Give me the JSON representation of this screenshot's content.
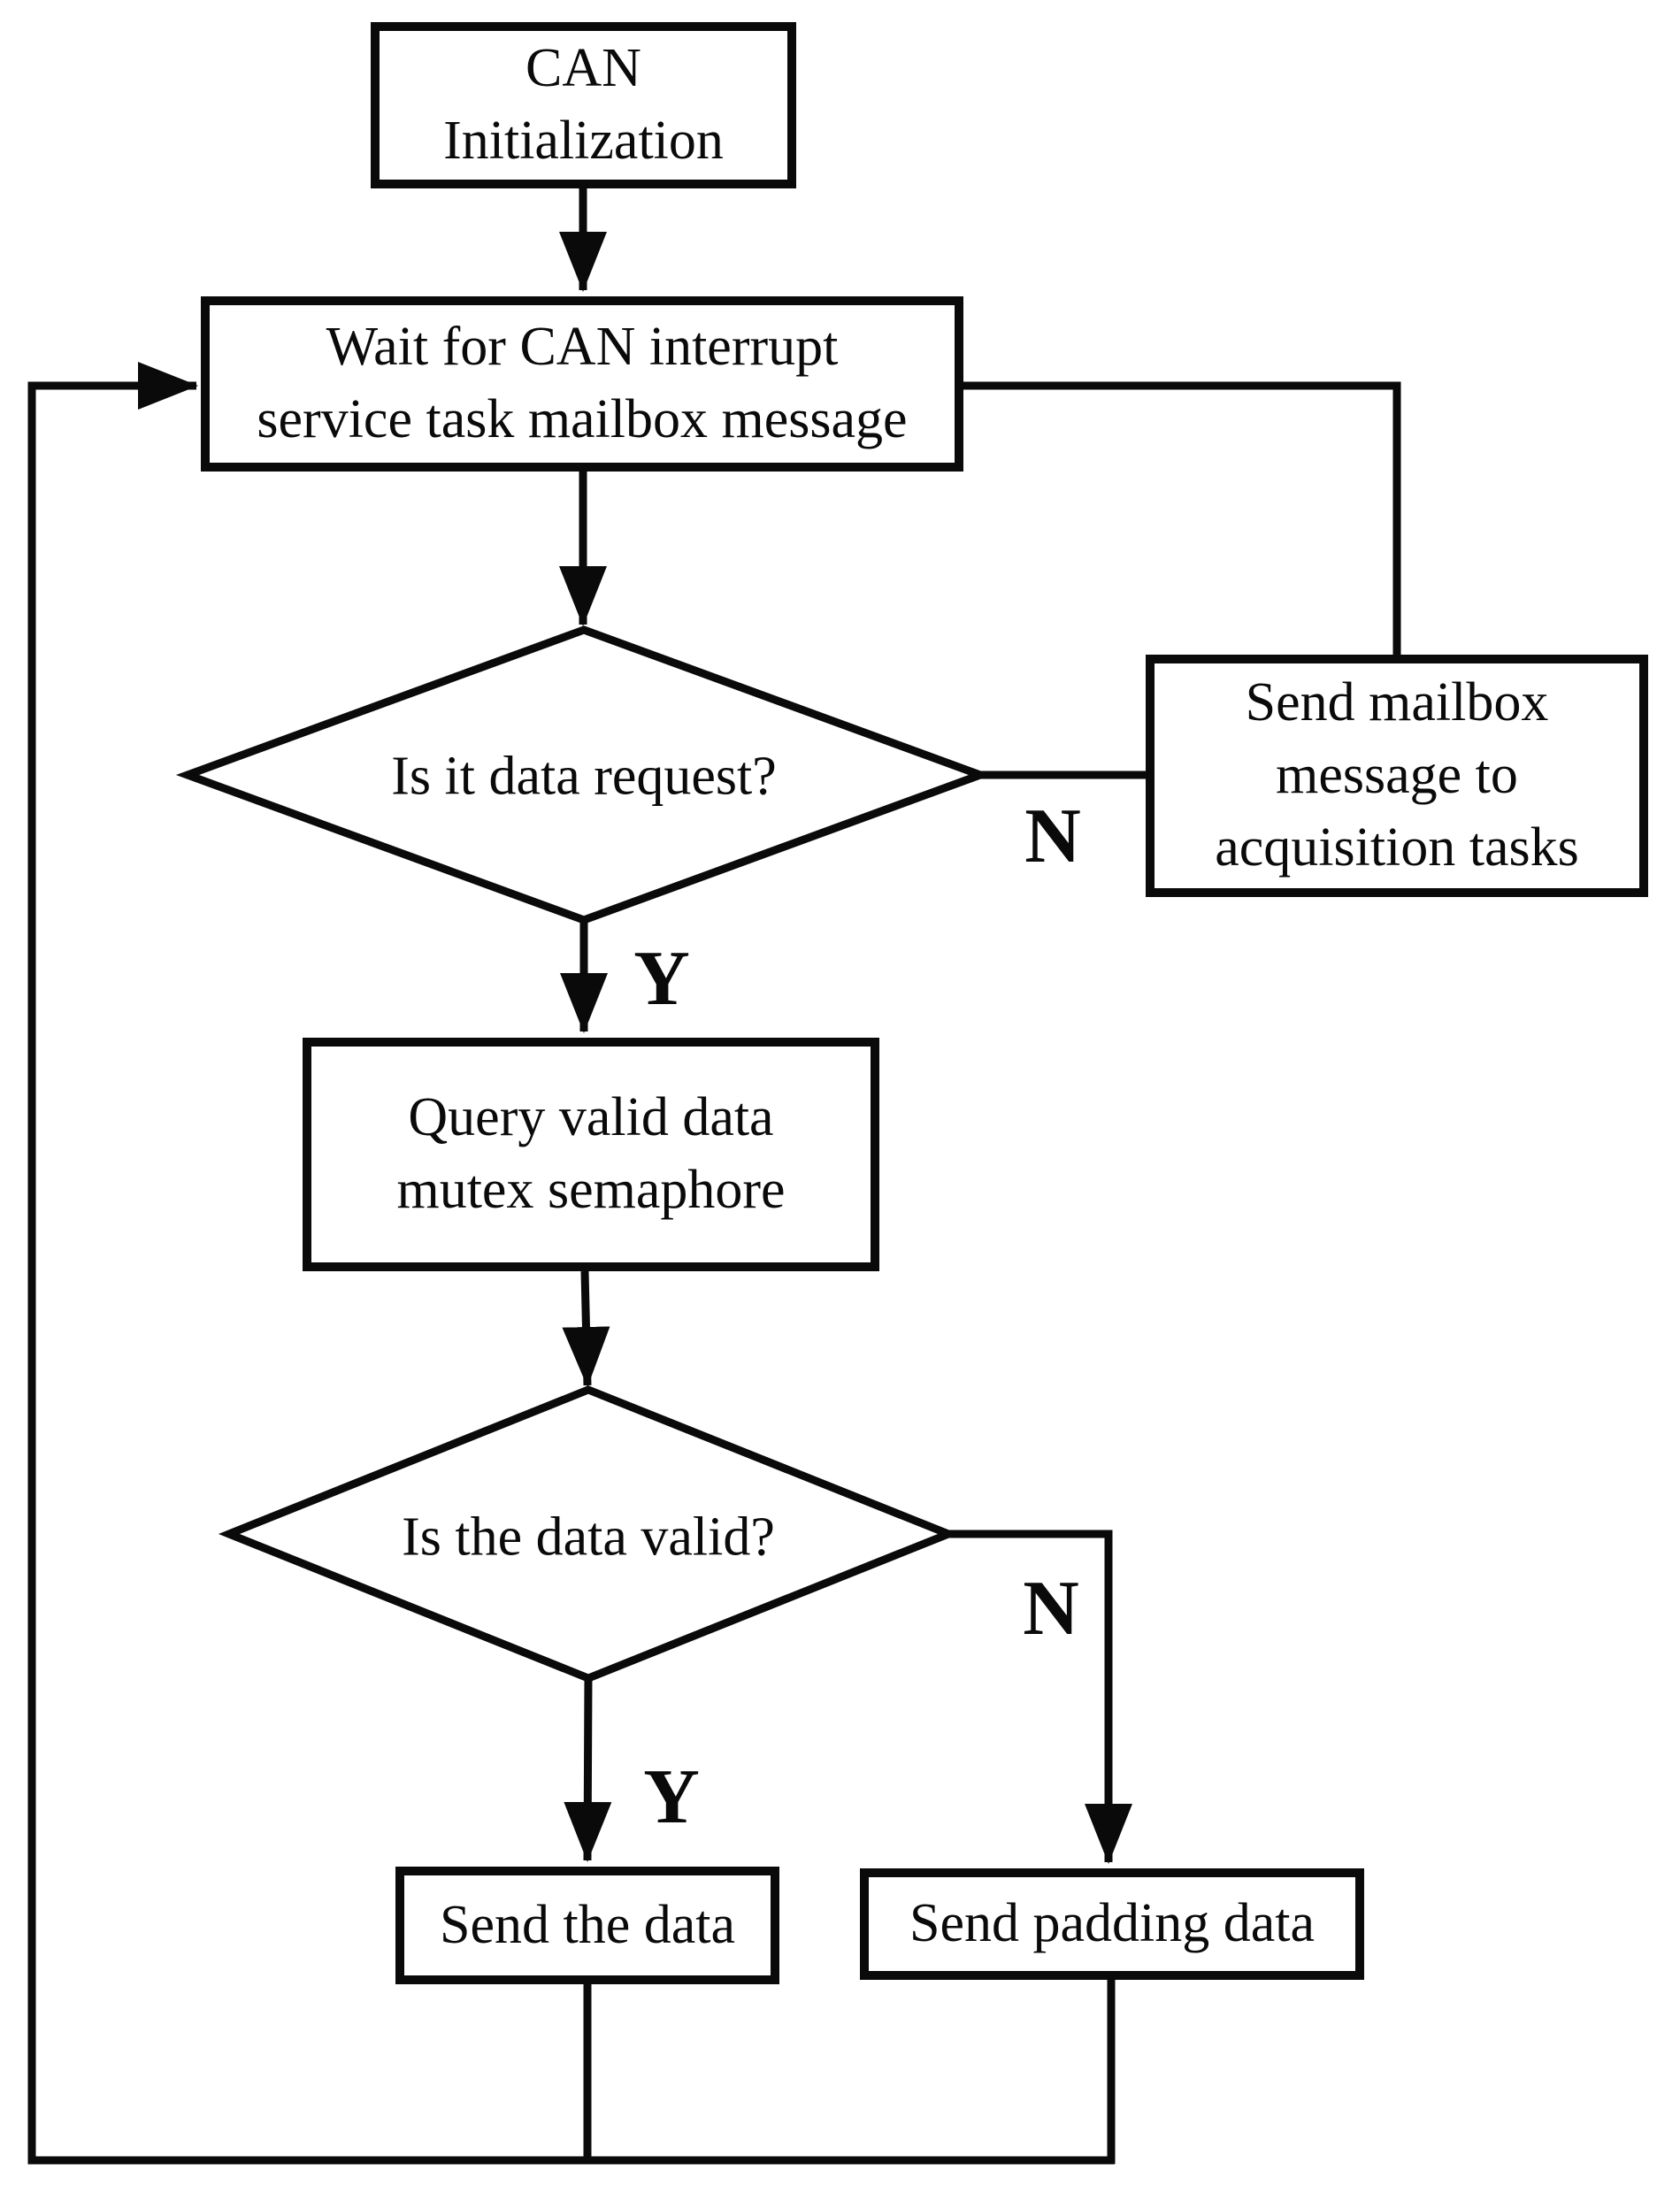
{
  "colors": {
    "line": "#0a0a0a",
    "text": "#0a0a0a",
    "background": "#ffffff"
  },
  "nodes": {
    "init": {
      "label": "CAN\nInitialization"
    },
    "wait": {
      "label": "Wait for CAN interrupt\nservice task mailbox message"
    },
    "decision_data_request": {
      "label": "Is it data request?"
    },
    "send_mailbox": {
      "label": "Send mailbox\nmessage to\nacquisition tasks"
    },
    "query_semaphore": {
      "label": "Query valid data\nmutex semaphore"
    },
    "decision_data_valid": {
      "label": "Is the data valid?"
    },
    "send_data": {
      "label": "Send the data"
    },
    "send_padding": {
      "label": "Send padding data"
    }
  },
  "edge_labels": {
    "data_request_no": "N",
    "data_request_yes": "Y",
    "data_valid_no": "N",
    "data_valid_yes": "Y"
  }
}
